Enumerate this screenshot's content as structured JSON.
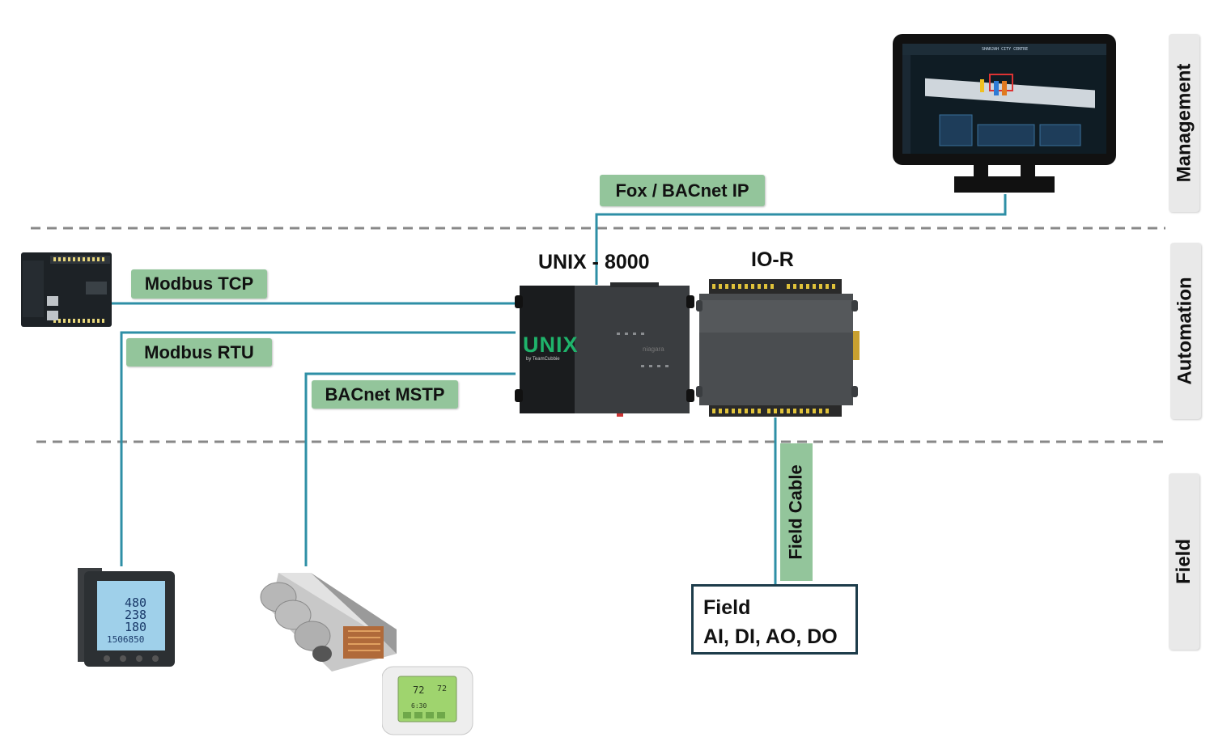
{
  "layers": {
    "management": "Management",
    "automation": "Automation",
    "field": "Field"
  },
  "protocols": {
    "fox_bacnet_ip": "Fox / BACnet IP",
    "modbus_tcp": "Modbus TCP",
    "modbus_rtu": "Modbus RTU",
    "bacnet_mstp": "BACnet MSTP",
    "field_cable": "Field Cable"
  },
  "devices": {
    "controller_title": "UNIX - 8000",
    "controller_brand": "UNIX",
    "controller_sub": "by TeamCubbie",
    "controller_niagara": "niagara",
    "io_title": "IO-R",
    "monitor_header": "SHARJAH CITY CENTRE",
    "meter_lines": [
      "480",
      "238",
      "180",
      "1506850"
    ],
    "thermostat_temp": "72",
    "thermostat_set": "72",
    "thermostat_time": "6:30"
  },
  "field_box": {
    "title": "Field",
    "points": "AI, DI, AO, DO"
  },
  "colors": {
    "line": "#2e8fa6",
    "protocol_fill": "#93c59b",
    "layer_fill": "#e9e9e9",
    "divider": "#888888"
  }
}
